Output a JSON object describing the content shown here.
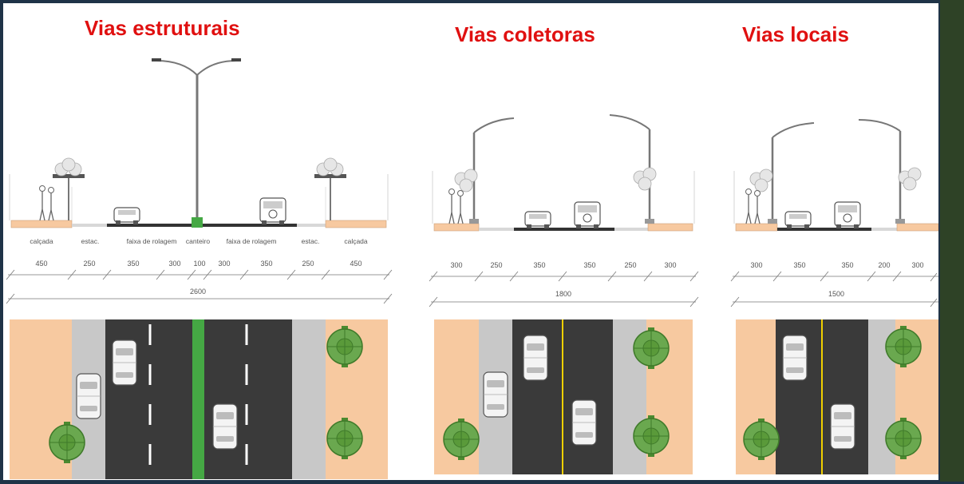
{
  "colors": {
    "title": "#e01010",
    "sidewalk": "#f7c9a0",
    "parking": "#c8c8c8",
    "asphalt": "#3a3a3a",
    "median": "#45a844",
    "tree": "#5a9a3a",
    "yellow_line": "#f0d000"
  },
  "sections": [
    {
      "title": "Vias estruturais",
      "labels": [
        "calçada",
        "estac.",
        "faixa de rolagem",
        "canteiro",
        "faixa de rolagem",
        "estac.",
        "calçada"
      ],
      "widths": [
        "450",
        "250",
        "350",
        "300",
        "100",
        "300",
        "350",
        "250",
        "450"
      ],
      "total": "2600"
    },
    {
      "title": "Vias coletoras",
      "widths": [
        "300",
        "250",
        "350",
        "350",
        "250",
        "300"
      ],
      "total": "1800"
    },
    {
      "title": "Vias locais",
      "widths": [
        "300",
        "350",
        "350",
        "200",
        "300"
      ],
      "total": "1500"
    }
  ]
}
